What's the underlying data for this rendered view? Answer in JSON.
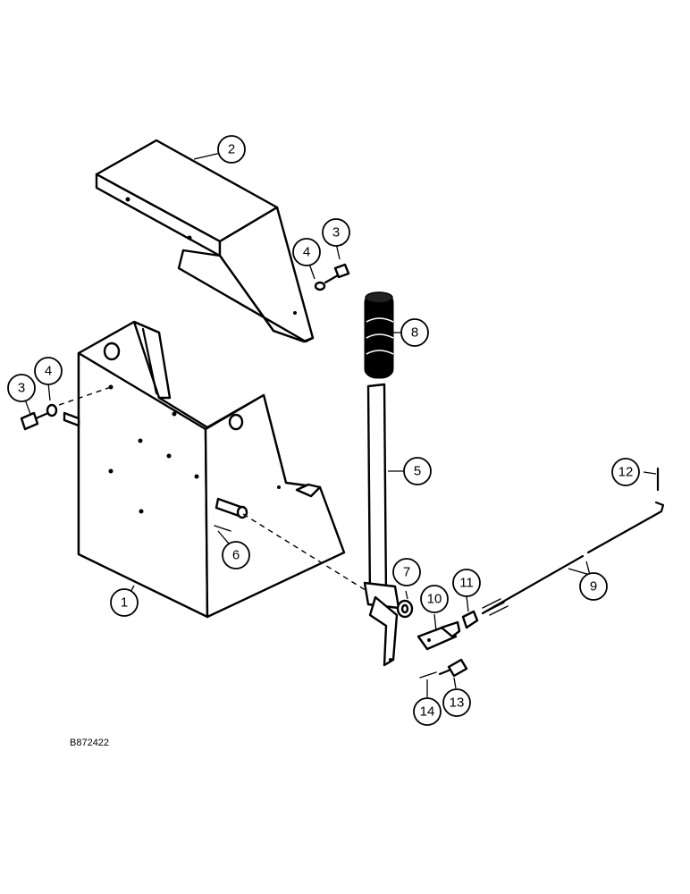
{
  "reference_code": "B872422",
  "callouts": [
    {
      "id": "c1",
      "label": "1"
    },
    {
      "id": "c2",
      "label": "2"
    },
    {
      "id": "c3a",
      "label": "3"
    },
    {
      "id": "c3b",
      "label": "3"
    },
    {
      "id": "c4a",
      "label": "4"
    },
    {
      "id": "c4b",
      "label": "4"
    },
    {
      "id": "c5",
      "label": "5"
    },
    {
      "id": "c6",
      "label": "6"
    },
    {
      "id": "c7",
      "label": "7"
    },
    {
      "id": "c8",
      "label": "8"
    },
    {
      "id": "c9",
      "label": "9"
    },
    {
      "id": "c10",
      "label": "10"
    },
    {
      "id": "c11",
      "label": "11"
    },
    {
      "id": "c12",
      "label": "12"
    },
    {
      "id": "c13",
      "label": "13"
    },
    {
      "id": "c14",
      "label": "14"
    }
  ]
}
